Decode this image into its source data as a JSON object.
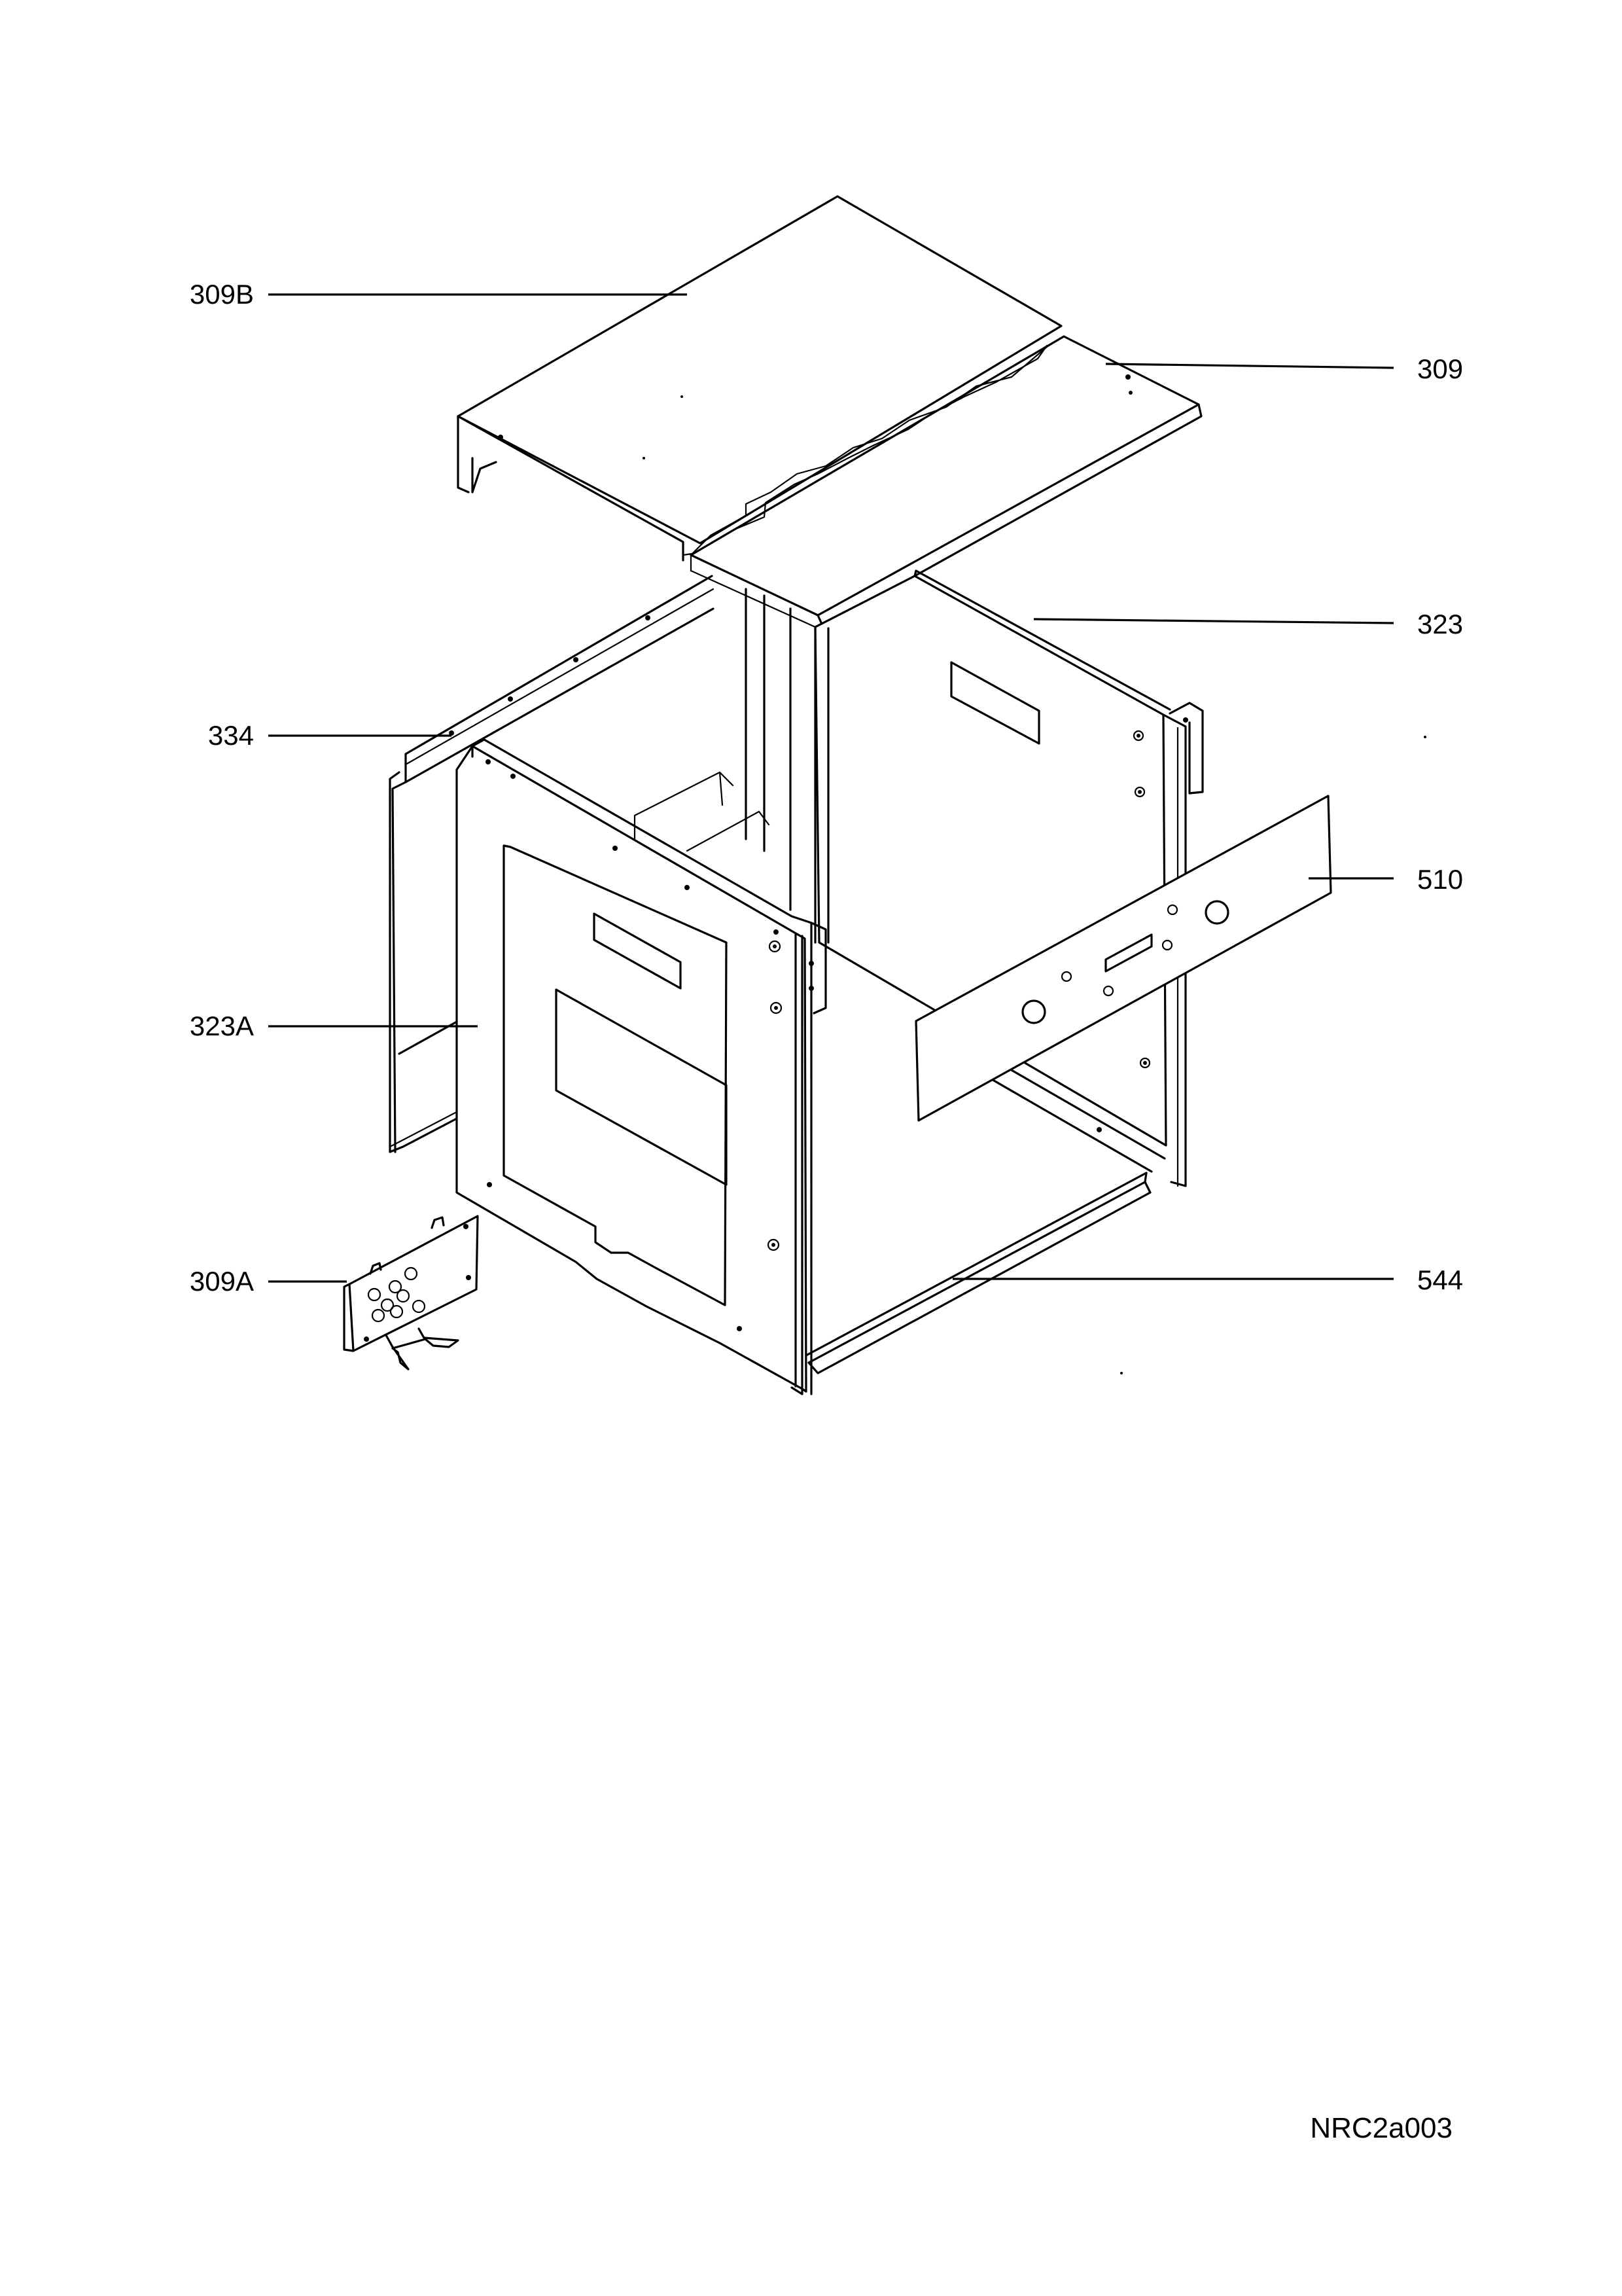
{
  "diagram": {
    "labels": {
      "top_cover_left": "309B",
      "top_cover_right": "309",
      "right_side_panel": "323",
      "front_frame_strip": "334",
      "left_side_panel": "323A",
      "control_panel": "510",
      "bottom_rail": "544",
      "vent_bracket": "309A"
    },
    "drawing_code": "NRC2a003"
  }
}
